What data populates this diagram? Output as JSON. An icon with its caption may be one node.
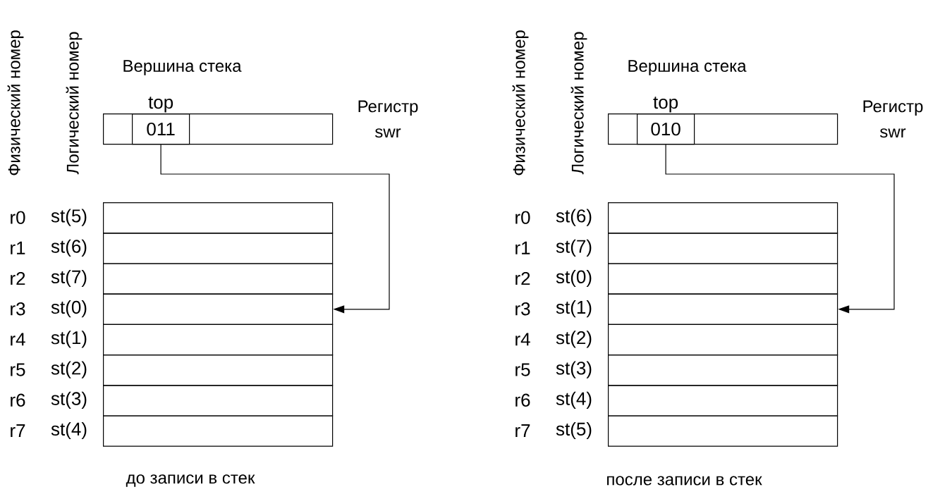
{
  "diagram": {
    "nodes": [
      {
        "text": [],
        "shape": "box",
        "beside": [
          "Регистр swr"
        ]
      },
      {
        "text": [
          "top",
          "011"
        ],
        "in": 0
      },
      {
        "text": [],
        "shape": "box",
        "beside": [
          "r0",
          "st(5)"
        ]
      },
      {
        "text": [],
        "shape": "box",
        "beside": [
          "r1",
          "st(6)"
        ]
      },
      {
        "text": [],
        "shape": "box",
        "beside": [
          "r2",
          "st(7)"
        ]
      },
      {
        "text": [],
        "shape": "box",
        "beside": [
          "r3",
          "st(0)"
        ]
      },
      {
        "text": [],
        "shape": "box",
        "beside": [
          "r4",
          "st(1)"
        ]
      },
      {
        "text": [],
        "shape": "box",
        "beside": [
          "r5",
          "st(2)"
        ]
      },
      {
        "text": [],
        "shape": "box",
        "beside": [
          "r6",
          "st(3)"
        ]
      },
      {
        "text": [],
        "shape": "box",
        "beside": [
          "r7",
          "st(4)"
        ]
      },
      {
        "text": [],
        "shape": "box",
        "beside": [
          "Регистр swr"
        ]
      },
      {
        "text": [
          "top",
          "010"
        ],
        "in": 10
      },
      {
        "text": [],
        "shape": "box",
        "beside": [
          "r0",
          "st(6)"
        ]
      },
      {
        "text": [],
        "shape": "box",
        "beside": [
          "r1",
          "st(7)"
        ]
      },
      {
        "text": [],
        "shape": "box",
        "beside": [
          "r2",
          "st(0)"
        ]
      },
      {
        "text": [],
        "shape": "box",
        "beside": [
          "r3",
          "st(1)"
        ]
      },
      {
        "text": [],
        "shape": "box",
        "beside": [
          "r4",
          "st(2)"
        ]
      },
      {
        "text": [],
        "shape": "box",
        "beside": [
          "r5",
          "st(3)"
        ]
      },
      {
        "text": [],
        "shape": "box",
        "beside": [
          "r6",
          "st(4)"
        ]
      },
      {
        "text": [],
        "shape": "box",
        "beside": [
          "r7",
          "st(5)"
        ]
      }
    ],
    "edges": [
      {
        "from": 1,
        "to": 5,
        "arrow": "to"
      },
      {
        "from": 11,
        "to": 15,
        "arrow": "to"
      }
    ],
    "labels": [
      "Физический номер",
      "Логический номер",
      "Вершина стека",
      "Физический номер",
      "Логический номер",
      "Вершина стека",
      "до записи в стек",
      "после записи в стек"
    ]
  }
}
